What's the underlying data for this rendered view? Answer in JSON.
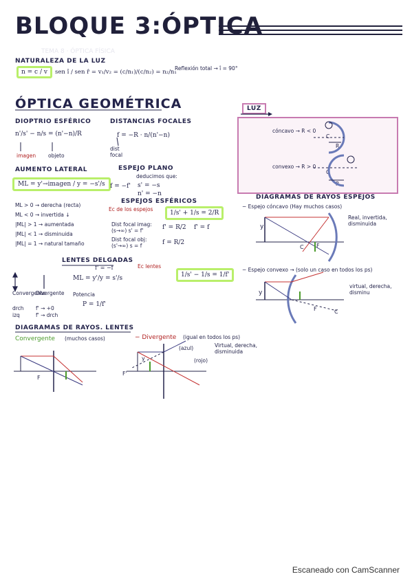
{
  "title": "BLOQUE 3:ÓPTICA",
  "faded_header": "TEMA 8 · ÓPTICA FÍSICA",
  "nat_luz": {
    "label": "NATURALEZA DE LA LUZ",
    "formula": "n = c / v",
    "snell": "sen î / sen r̂ = v₁/v₂ = (c/n₁)/(c/n₂) = n₂/n₁",
    "reflexion": "Reflexión total → î = 90°"
  },
  "optica_geo": "ÓPTICA GEOMÉTRICA",
  "dioptrio": {
    "label": "DIOPTRIO ESFÉRICO",
    "formula": "n'/s' − n/s = (n'−n)/R",
    "imagen": "imagen",
    "objeto": "objeto"
  },
  "distancias": {
    "label": "DISTANCIAS FOCALES",
    "formula": "f = −R · n/(n'−n)",
    "dist_focal": "dist focal"
  },
  "aumento": {
    "label": "AUMENTO LATERAL",
    "formula": "ML = y'→imagen / y = −s'/s",
    "rows": [
      "ML > 0 → derecha (recta)",
      "ML < 0 → invertida ↓",
      "|ML| > 1 → aumentada",
      "|ML| < 1 → disminuida",
      "|ML| = 1 → natural tamaño"
    ]
  },
  "espejo_plano": {
    "label": "ESPEJO PLANO",
    "deducimos": "deducimos que:",
    "f": "f = −f'",
    "s": "s' = −s",
    "n": "n' = −n"
  },
  "espejos_esf": {
    "label": "ESPEJOS ESFÉRICOS",
    "ec_label": "Ec de los espejos",
    "ec": "1/s' + 1/s = 2/R",
    "d1": "Dist focal imag: (s→∞) s' = f'",
    "f1": "f' = R/2",
    "d2": "Dist focal obj: (s'→∞) s = f",
    "f2": "f = R/2",
    "fe": "f' = f"
  },
  "lentes": {
    "label": "LENTES DELGADAS",
    "sub": "f' = −f",
    "ml": "ML = y'/y = s'/s",
    "ec_label": "Ec lentes",
    "ec": "1/s' − 1/s = 1/f'",
    "potencia": "Potencia",
    "p": "P = 1/f'",
    "conv": "Convergente",
    "div": "Divergente",
    "f1": "f' → +0",
    "f2": "f' → drch",
    "dr": "drch",
    "iz": "izq"
  },
  "luz_box": {
    "luz": "LUZ",
    "concavo": "cóncavo → R < 0",
    "convexo": "convexo → R > 0",
    "r": "R",
    "c": "C"
  },
  "rayos_esp": {
    "label": "DIAGRAMAS DE RAYOS ESPEJOS",
    "concavo": "− Espejo cóncavo (Hay muchos casos)",
    "res1": "Real, invertida, disminuida",
    "convexo": "− Espejo convexo → (solo un caso en todos los ps)",
    "res2": "virtual, derecha, disminu"
  },
  "rayos_lentes": {
    "label": "DIAGRAMAS DE RAYOS. LENTES",
    "conv": "Convergente",
    "conv_note": "(muchos casos)",
    "div": "− Divergente",
    "div_note": "(igual en todos los ps)",
    "azul": "(azul)",
    "rojo": "(rojo)",
    "res": "Virtual, derecha, disminuida"
  },
  "footer": "Escaneado con CamScanner"
}
